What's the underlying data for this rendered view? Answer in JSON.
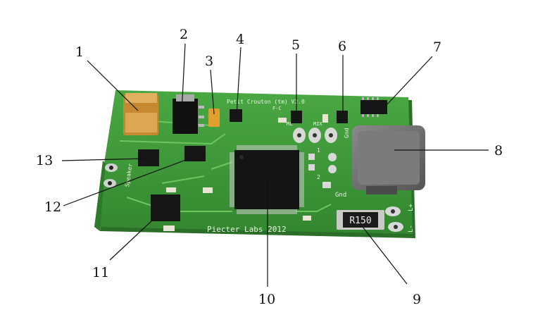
{
  "board": {
    "title_silk": "Petit Crouton (tm) V2.0",
    "maker_silk": "Piecter Labs 2012",
    "resistor_marking": "R150",
    "silk_gnd_top": "Gnd",
    "silk_gnd_mid": "Gnd",
    "silk_speaker": "Speaker",
    "silk_fc": "F-C",
    "silk_mix": "MIX",
    "silk_ml": "ML",
    "silk_l_plus": "L+",
    "silk_l_minus": "L-",
    "silk_1": "1",
    "silk_2": "2"
  },
  "callouts": [
    "1",
    "2",
    "3",
    "4",
    "5",
    "6",
    "7",
    "8",
    "9",
    "10",
    "11",
    "12",
    "13"
  ],
  "colors": {
    "pcb": "#3f9a3a",
    "pcb_edge": "#2e7a2b",
    "tantalum": "#d9a24a",
    "ic": "#1b1b1b",
    "inductor": "#6f6f6f"
  }
}
